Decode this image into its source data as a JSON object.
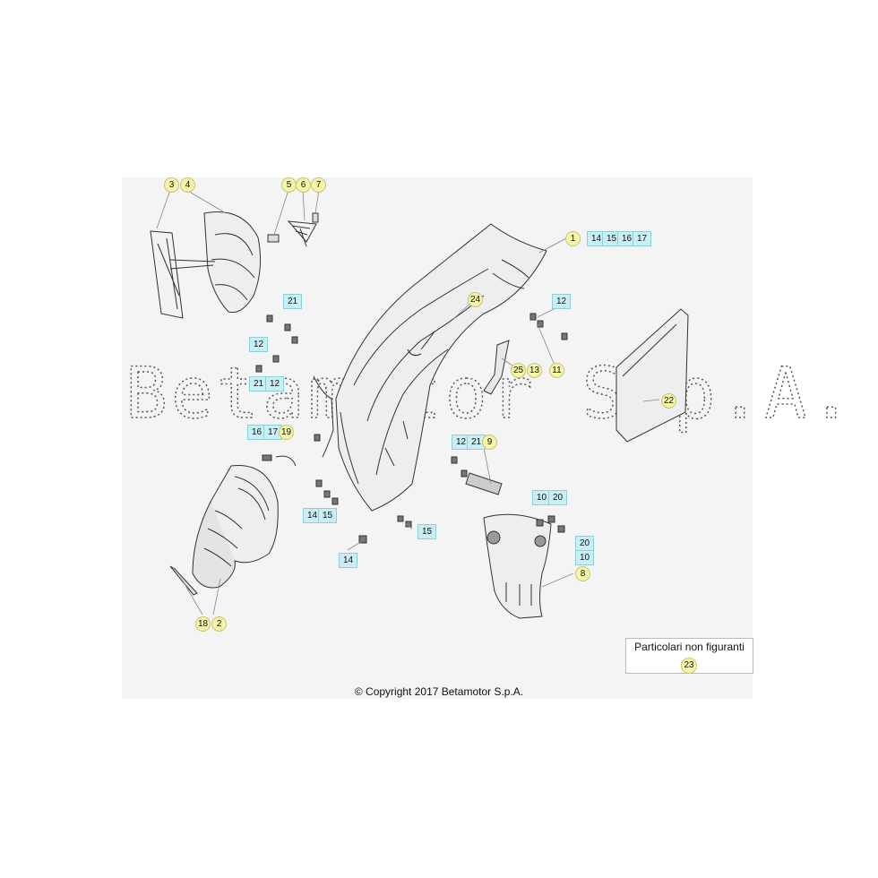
{
  "watermark": "Betamotor S.p.A.",
  "copyright": "© Copyright 2017 Betamotor S.p.A.",
  "legend": {
    "title": "Particolari non figuranti",
    "part": "23"
  },
  "refs": {
    "r3": "3",
    "r4": "4",
    "r5": "5",
    "r6": "6",
    "r7": "7",
    "r1": "1",
    "r1_group": [
      "14",
      "15",
      "16",
      "17"
    ],
    "r21a": "21",
    "r12a": "12",
    "r21b": "21",
    "r12b": "12",
    "r24": "24",
    "r12c": "12",
    "r11": "11",
    "r25": "25",
    "r13": "13",
    "r22": "22",
    "r16": "16",
    "r17": "17",
    "r19": "19",
    "r12d": "12",
    "r21c": "21",
    "r9": "9",
    "r14a": "14",
    "r15a": "15",
    "r15b": "15",
    "r14b": "14",
    "r10a": "10",
    "r20a": "20",
    "r20b": "20",
    "r10b": "10",
    "r8": "8",
    "r18": "18",
    "r2": "2"
  }
}
